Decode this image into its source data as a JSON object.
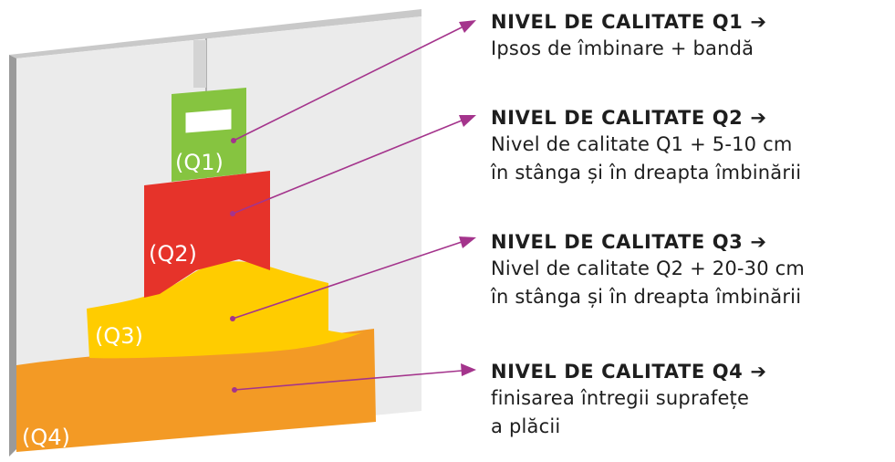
{
  "colors": {
    "wall_front": "#ebebeb",
    "wall_edge": "#999999",
    "q1_green": "#86c440",
    "q2_red": "#e6332a",
    "q3_yellow": "#ffcc00",
    "q4_orange": "#f39a25",
    "leader_line": "#a4348c"
  },
  "zones": [
    {
      "id": "q1",
      "label": "(Q1)"
    },
    {
      "id": "q2",
      "label": "(Q2)"
    },
    {
      "id": "q3",
      "label": "(Q3)"
    },
    {
      "id": "q4",
      "label": "(Q4)"
    }
  ],
  "levels": [
    {
      "title": "NIVEL DE CALITATE Q1",
      "arrow": "➔",
      "lines": [
        "Ipsos de îmbinare + bandă"
      ]
    },
    {
      "title": "NIVEL DE CALITATE Q2",
      "arrow": "➔",
      "lines": [
        "Nivel de calitate Q1 + 5-10 cm",
        "în stânga și în dreapta îmbinării"
      ]
    },
    {
      "title": "NIVEL DE CALITATE Q3",
      "arrow": "➔",
      "lines": [
        "Nivel de calitate Q2 + 20-30 cm",
        "în stânga și în dreapta îmbinării"
      ]
    },
    {
      "title": "NIVEL DE CALITATE Q4",
      "arrow": "➔",
      "lines": [
        "finisarea întregii suprafețe",
        "a plăcii"
      ]
    }
  ]
}
